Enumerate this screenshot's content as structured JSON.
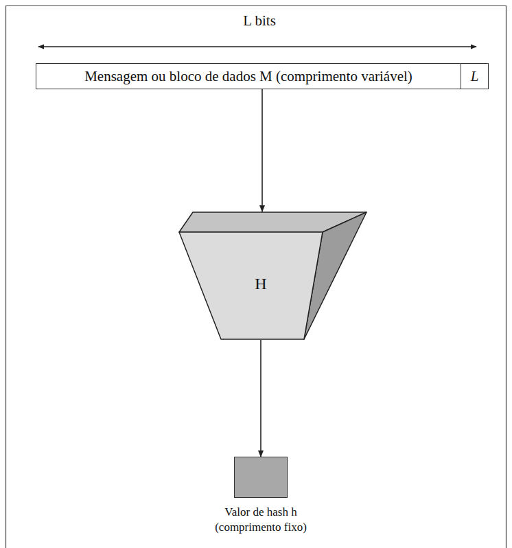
{
  "diagram": {
    "nodes": [
      {
        "text": [
          "Mensagem ou bloco de dados M (comprimento variável)"
        ]
      },
      {
        "text": [
          "L"
        ]
      },
      {
        "text": [
          "H"
        ]
      },
      {
        "text": [
          "Valor de hash h (comprimento fixo)"
        ]
      }
    ],
    "edges": [
      {
        "from": 0,
        "to": 2,
        "arrow": "to"
      },
      {
        "from": 2,
        "to": 3,
        "arrow": "to"
      }
    ],
    "labels": [
      "L bits"
    ]
  }
}
